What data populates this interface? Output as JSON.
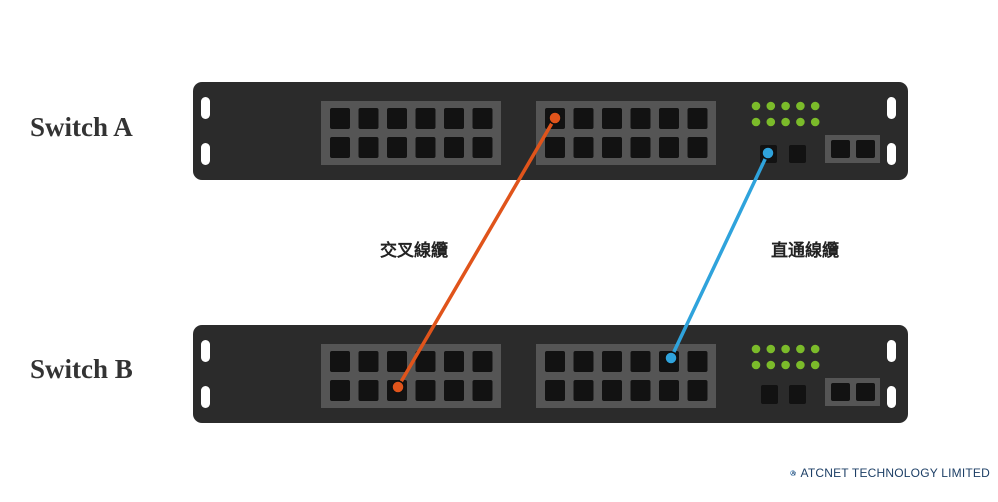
{
  "switches": [
    {
      "label": "Switch A"
    },
    {
      "label": "Switch B"
    }
  ],
  "cables": [
    {
      "label": "交叉線纜",
      "color": "#e0541b"
    },
    {
      "label": "直通線纜",
      "color": "#2fa3dc"
    }
  ],
  "colors": {
    "chassis": "#2b2b2b",
    "port_panel": "#555555",
    "port": "#121212",
    "led": "#7bbb2a"
  },
  "brand": {
    "name": "ATCNET TECHNOLOGY LIMITED"
  }
}
